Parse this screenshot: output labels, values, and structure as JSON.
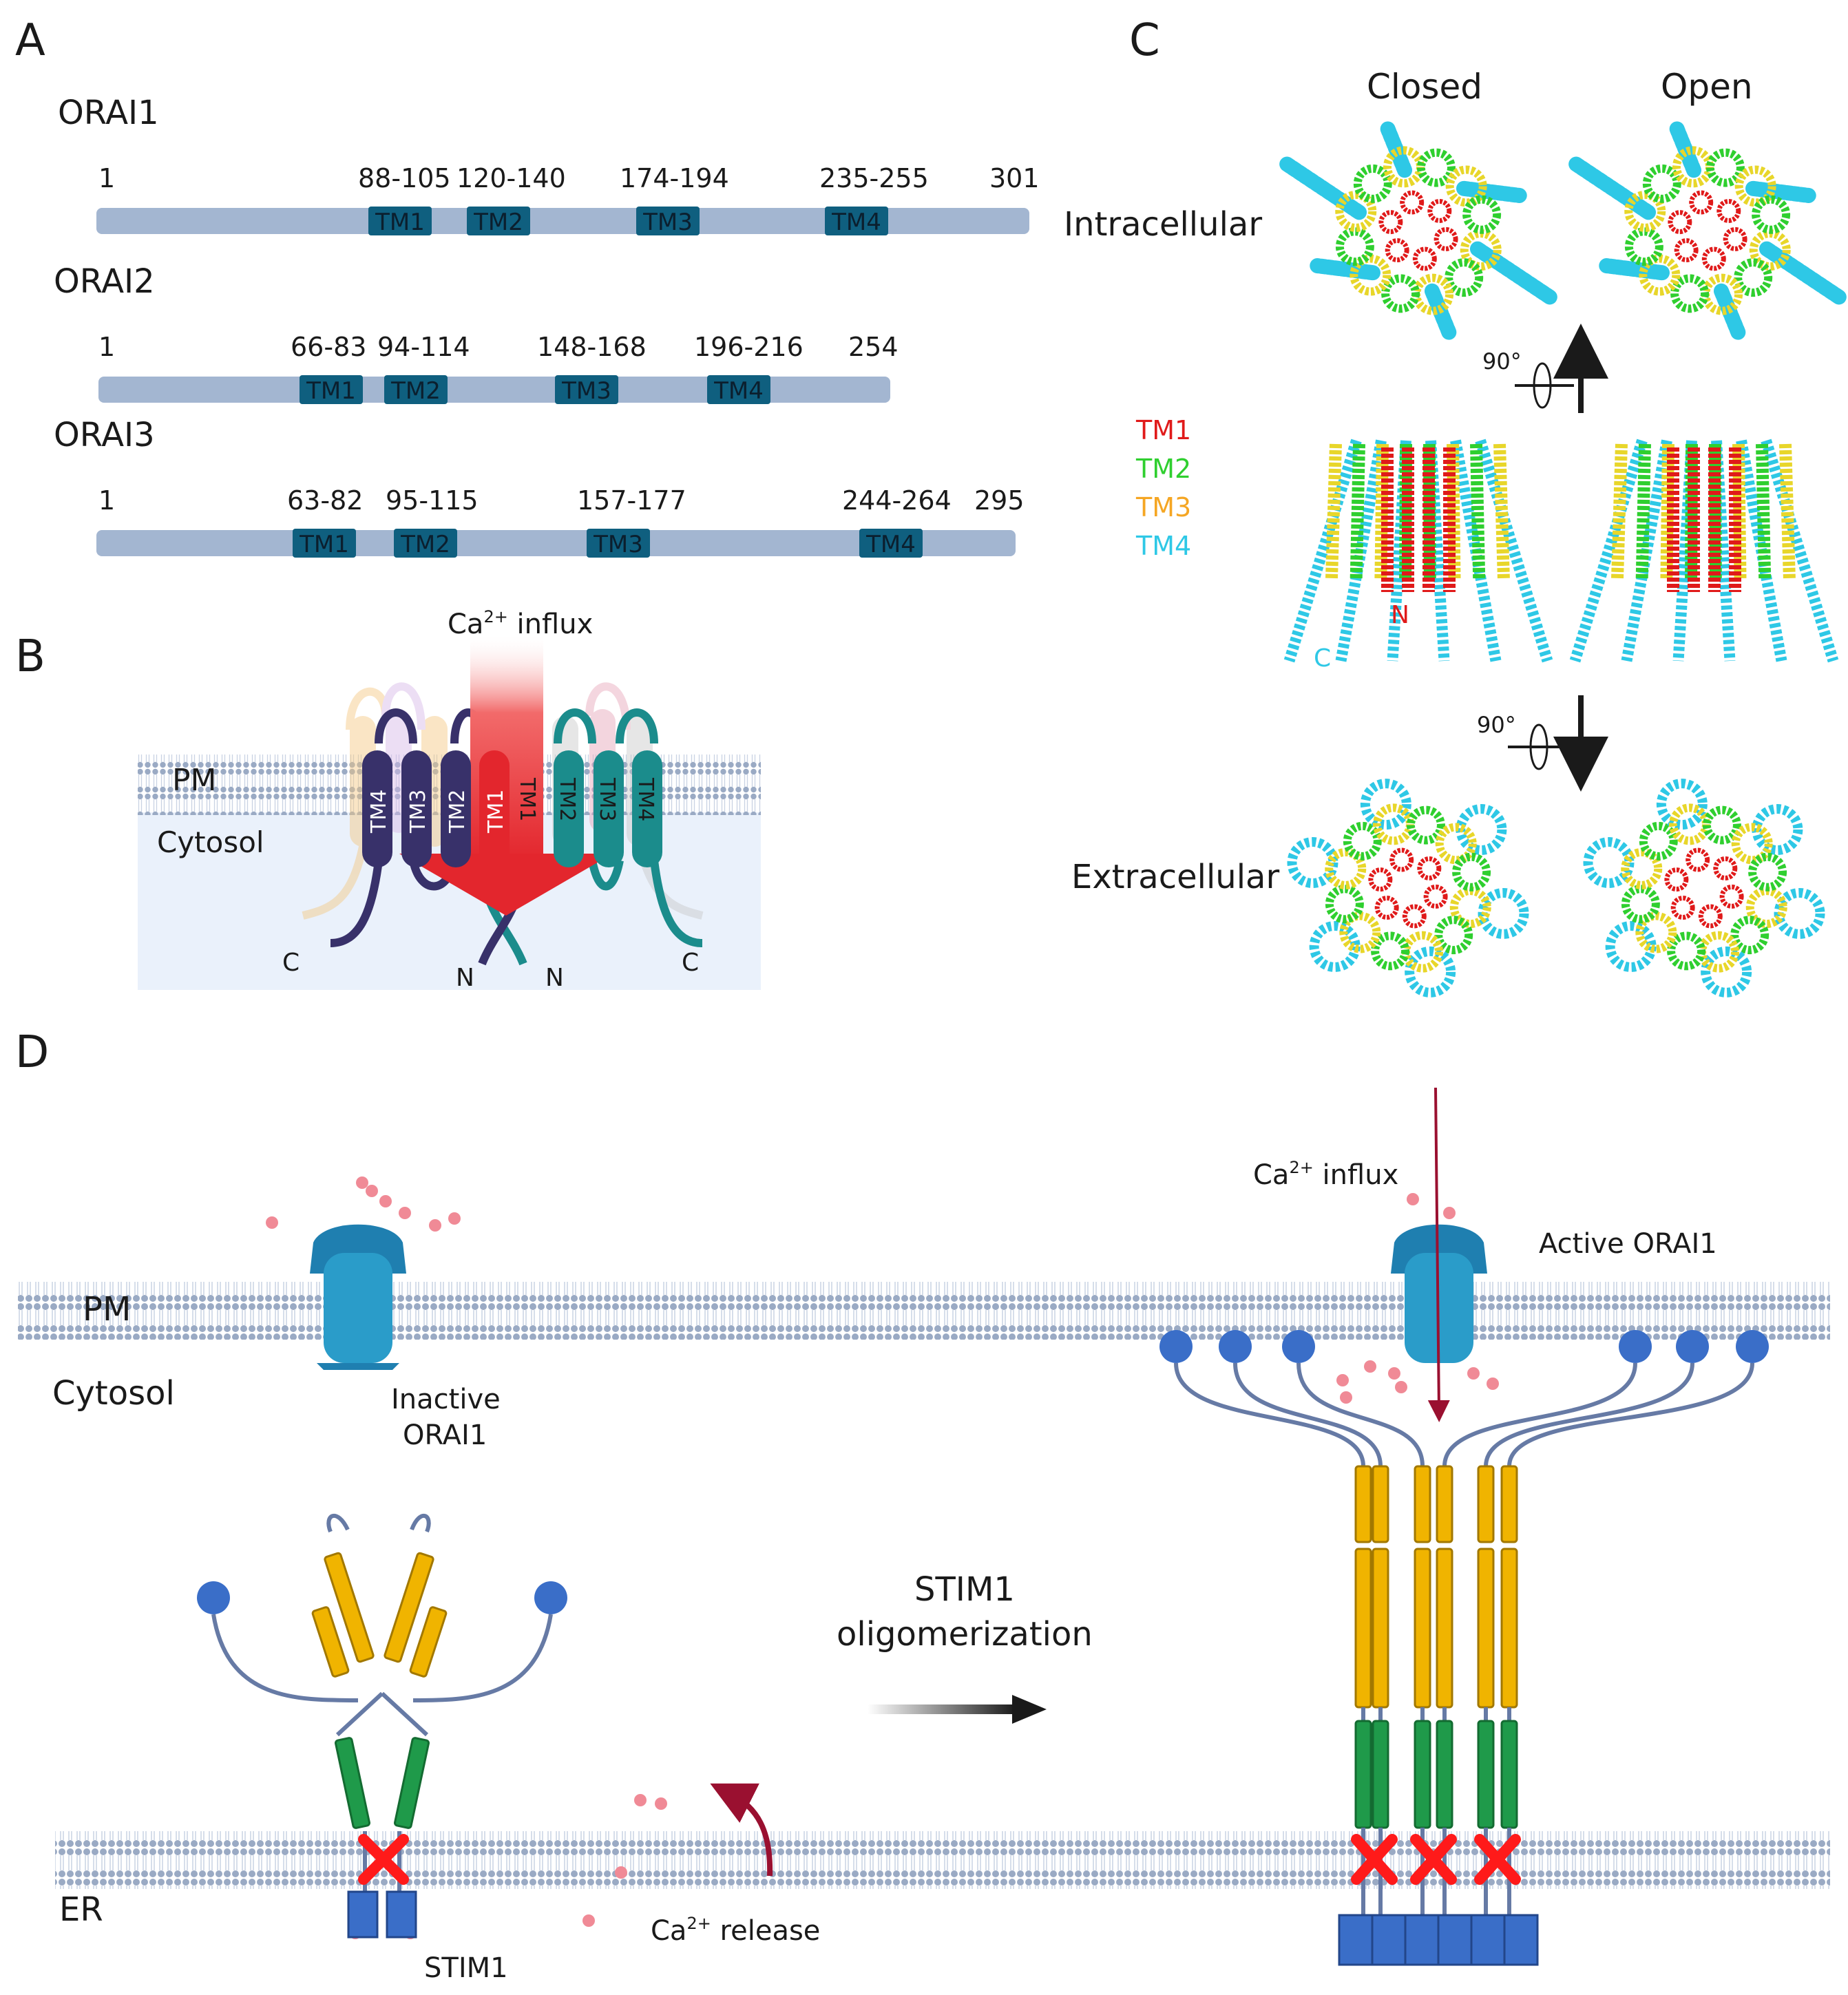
{
  "panels": {
    "a": "A",
    "b": "B",
    "c": "C",
    "d": "D"
  },
  "panel_a": {
    "proteins": [
      {
        "name": "ORAI1",
        "start": "1",
        "end": "301",
        "tms": [
          {
            "label": "TM1",
            "range": "88-105"
          },
          {
            "label": "TM2",
            "range": "120-140"
          },
          {
            "label": "TM3",
            "range": "174-194"
          },
          {
            "label": "TM4",
            "range": "235-255"
          }
        ]
      },
      {
        "name": "ORAI2",
        "start": "1",
        "end": "254",
        "tms": [
          {
            "label": "TM1",
            "range": "66-83"
          },
          {
            "label": "TM2",
            "range": "94-114"
          },
          {
            "label": "TM3",
            "range": "148-168"
          },
          {
            "label": "TM4",
            "range": "196-216"
          }
        ]
      },
      {
        "name": "ORAI3",
        "start": "1",
        "end": "295",
        "tms": [
          {
            "label": "TM1",
            "range": "63-82"
          },
          {
            "label": "TM2",
            "range": "95-115"
          },
          {
            "label": "TM3",
            "range": "157-177"
          },
          {
            "label": "TM4",
            "range": "244-264"
          }
        ]
      }
    ],
    "colors": {
      "bar": "#a3b6d1",
      "tm": "#0f5f7f"
    }
  },
  "panel_b": {
    "influx_label_pre": "Ca",
    "influx_label_sup": "2+",
    "influx_label_post": " influx",
    "pm": "PM",
    "cytosol": "Cytosol",
    "helices_left": [
      "TM4",
      "TM3",
      "TM2",
      "TM1"
    ],
    "helices_right": [
      "TM1",
      "TM2",
      "TM3",
      "TM4"
    ],
    "termini": {
      "c_left": "C",
      "n_left": "N",
      "n_right": "N",
      "c_right": "C"
    },
    "colors": {
      "left": "#38316a",
      "right": "#1b8c8c",
      "arrow": "#e3262d",
      "cytosol_bg": "#eaf1fb"
    }
  },
  "panel_c": {
    "col_closed": "Closed",
    "col_open": "Open",
    "row_intracellular": "Intracellular",
    "row_extracellular": "Extracellular",
    "rotation": "90°",
    "legend": [
      {
        "label": "TM1",
        "color": "#e01a1a"
      },
      {
        "label": "TM2",
        "color": "#2fcf2f"
      },
      {
        "label": "TM3",
        "color": "#f5a623"
      },
      {
        "label": "TM4",
        "color": "#2ec8e6"
      }
    ],
    "n_label": "N",
    "c_label": "C"
  },
  "panel_d": {
    "pm": "PM",
    "cytosol": "Cytosol",
    "er": "ER",
    "inactive_line1": "Inactive",
    "inactive_line2": "ORAI1",
    "active": "Active ORAI1",
    "ca_influx_pre": "Ca",
    "ca_influx_sup": "2+",
    "ca_influx_post": " influx",
    "ca_release_pre": "Ca",
    "ca_release_sup": "2+",
    "ca_release_post": " release",
    "stim1": "STIM1",
    "oligo_line1": "STIM1",
    "oligo_line2": "oligomerization",
    "colors": {
      "channel": "#2a9cc9",
      "cc": "#f0b400",
      "tm": "#1f9a4a",
      "block": "#ff1a1a",
      "sam": "#3a6ec8",
      "membrane": "#9aaac4"
    }
  }
}
